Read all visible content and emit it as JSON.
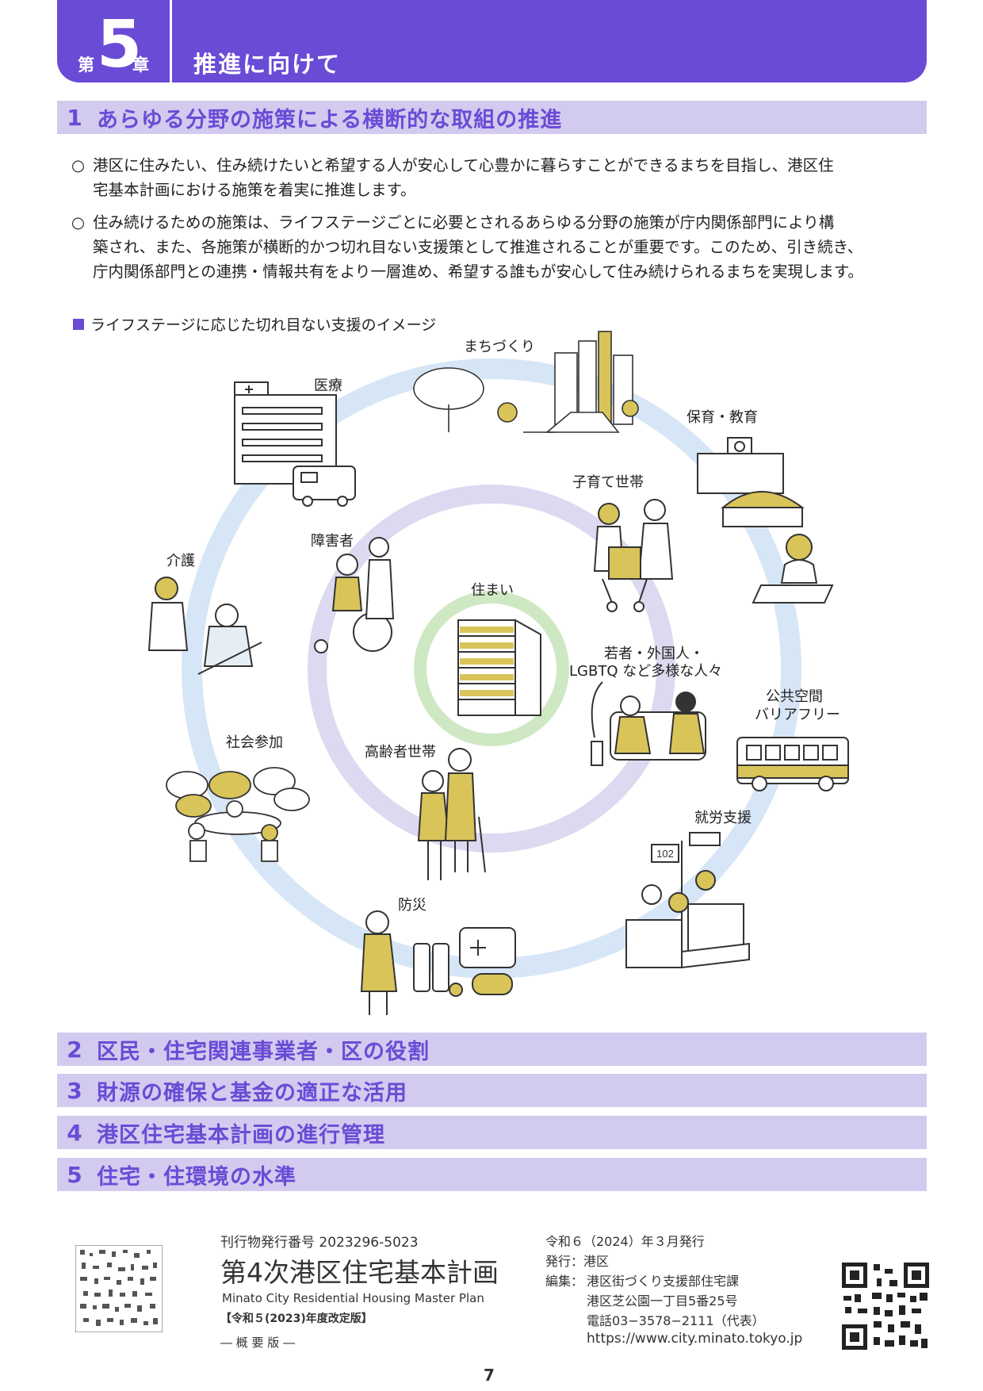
{
  "header": {
    "chapter_prefix": "第",
    "chapter_number": "5",
    "chapter_suffix": "章",
    "chapter_title": "推進に向けて",
    "accent_color": "#6a4bd6"
  },
  "sections": [
    {
      "number": "1",
      "title": "あらゆる分野の施策による横断的な取組の推進"
    },
    {
      "number": "2",
      "title": "区民・住宅関連事業者・区の役割"
    },
    {
      "number": "3",
      "title": "財源の確保と基金の適正な活用"
    },
    {
      "number": "4",
      "title": "港区住宅基本計画の進行管理"
    },
    {
      "number": "5",
      "title": "住宅・住環境の水準"
    }
  ],
  "paragraphs": [
    {
      "bullet": "○",
      "lines": [
        "港区に住みたい、住み続けたいと希望する人が安心して心豊かに暮らすことができるまちを目指し、港区住",
        "宅基本計画における施策を着実に推進します。"
      ]
    },
    {
      "bullet": "○",
      "lines": [
        "住み続けるための施策は、ライフステージごとに必要とされるあらゆる分野の施策が庁内関係部門により構",
        "築され、また、各施策が横断的かつ切れ目ない支援策として推進されることが重要です。このため、引き続き、",
        "庁内関係部門との連携・情報共有をより一層進め、希望する誰もが安心して住み続けられるまちを実現します。"
      ]
    }
  ],
  "figure": {
    "caption": "ライフステージに応じた切れ目ない支援のイメージ",
    "labels": {
      "machizukuri": "まちづくり",
      "iryo": "医療",
      "hoiku": "保育・教育",
      "kosodate": "子育て世帯",
      "shogaisha": "障害者",
      "kaigo": "介護",
      "sumai": "住まい",
      "wakamono_1": "若者・外国人・",
      "wakamono_2": "LGBTQ など多様な人々",
      "kokyo_1": "公共空間",
      "kokyo_2": "バリアフリー",
      "shakai": "社会参加",
      "koreisha": "高齢者世帯",
      "shuro": "就労支援",
      "bosai": "防災"
    },
    "colors": {
      "outer_ring": "#d6e6f6",
      "middle_ring": "#dcd9f0",
      "inner_ring": "#cfe8c4",
      "illustration_accent": "#d9c45a"
    },
    "bus_stop_sign": "102"
  },
  "footer": {
    "publication_number": "刊行物発行番号 2023296-5023",
    "title_jp": "第4次港区住宅基本計画",
    "title_en": "Minato City Residential Housing Master Plan",
    "revision": "【令和５(2023)年度改定版】",
    "edition": "― 概 要 版 ―",
    "issue_date": "令和６（2024）年３月発行",
    "publisher": "発行：港区",
    "editor_label": "編集：",
    "editor_name": "港区街づくり支援部住宅課",
    "address": "港区芝公園一丁目5番25号",
    "phone": "電話03−3578−2111（代表）",
    "url": "https://www.city.minato.tokyo.jp"
  },
  "page_number": "7"
}
